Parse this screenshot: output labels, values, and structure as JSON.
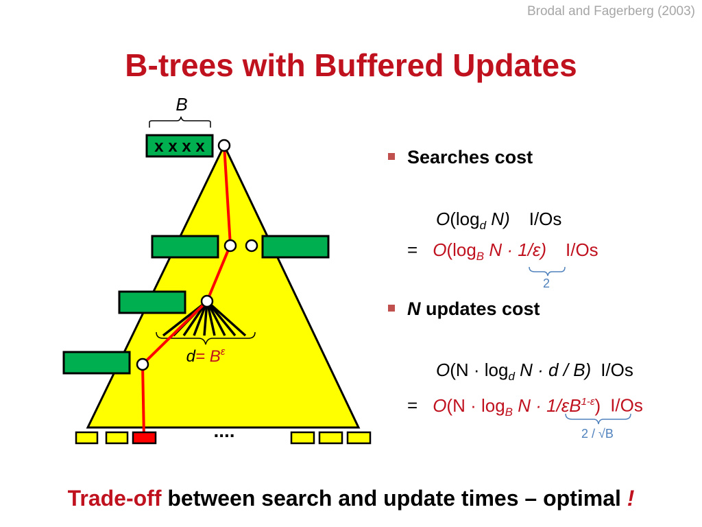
{
  "citation": "Brodal and Fagerberg (2003)",
  "title": "B-trees with Buffered Updates",
  "diagram": {
    "buffer_label": "B",
    "buffer_contents": "x x x x",
    "fanout_label_var": "d",
    "fanout_label_eq": "= B",
    "fanout_label_exp": "ε",
    "ellipsis": "...."
  },
  "searches": {
    "heading": "Searches cost",
    "line1": {
      "O": "O",
      "open": "(log",
      "sub": "d",
      "rest": " N)",
      "unit": "I/Os"
    },
    "line2": {
      "eq": "=",
      "O": "O",
      "open": "(log",
      "sub": "B",
      "rest": " N · 1/ε)",
      "unit": "I/Os"
    },
    "brace_note": "2"
  },
  "updates": {
    "heading_var": "N",
    "heading_rest": " updates cost",
    "line1": {
      "O": "O",
      "open": "(N · log",
      "sub": "d",
      "rest": " N · d / B)",
      "unit": "I/Os"
    },
    "line2": {
      "eq": "=",
      "O": "O",
      "open": "(N · log",
      "sub": "B",
      "rest": " N · 1/εB",
      "sup": "1-ε",
      "close": ")",
      "unit": "I/Os"
    },
    "brace_note": "2 / √B"
  },
  "conclusion": {
    "highlight": "Trade-off",
    "rest": " between search and update times – optimal ",
    "bang": "!"
  },
  "colors": {
    "title": "#c0111f",
    "tree": "#ffff00",
    "buffer": "#00b050",
    "path": "#ff0000",
    "leaf": "#ffff00",
    "leaf_red": "#ff0000",
    "note": "#4f81bd",
    "bullet": "#c0504d"
  }
}
